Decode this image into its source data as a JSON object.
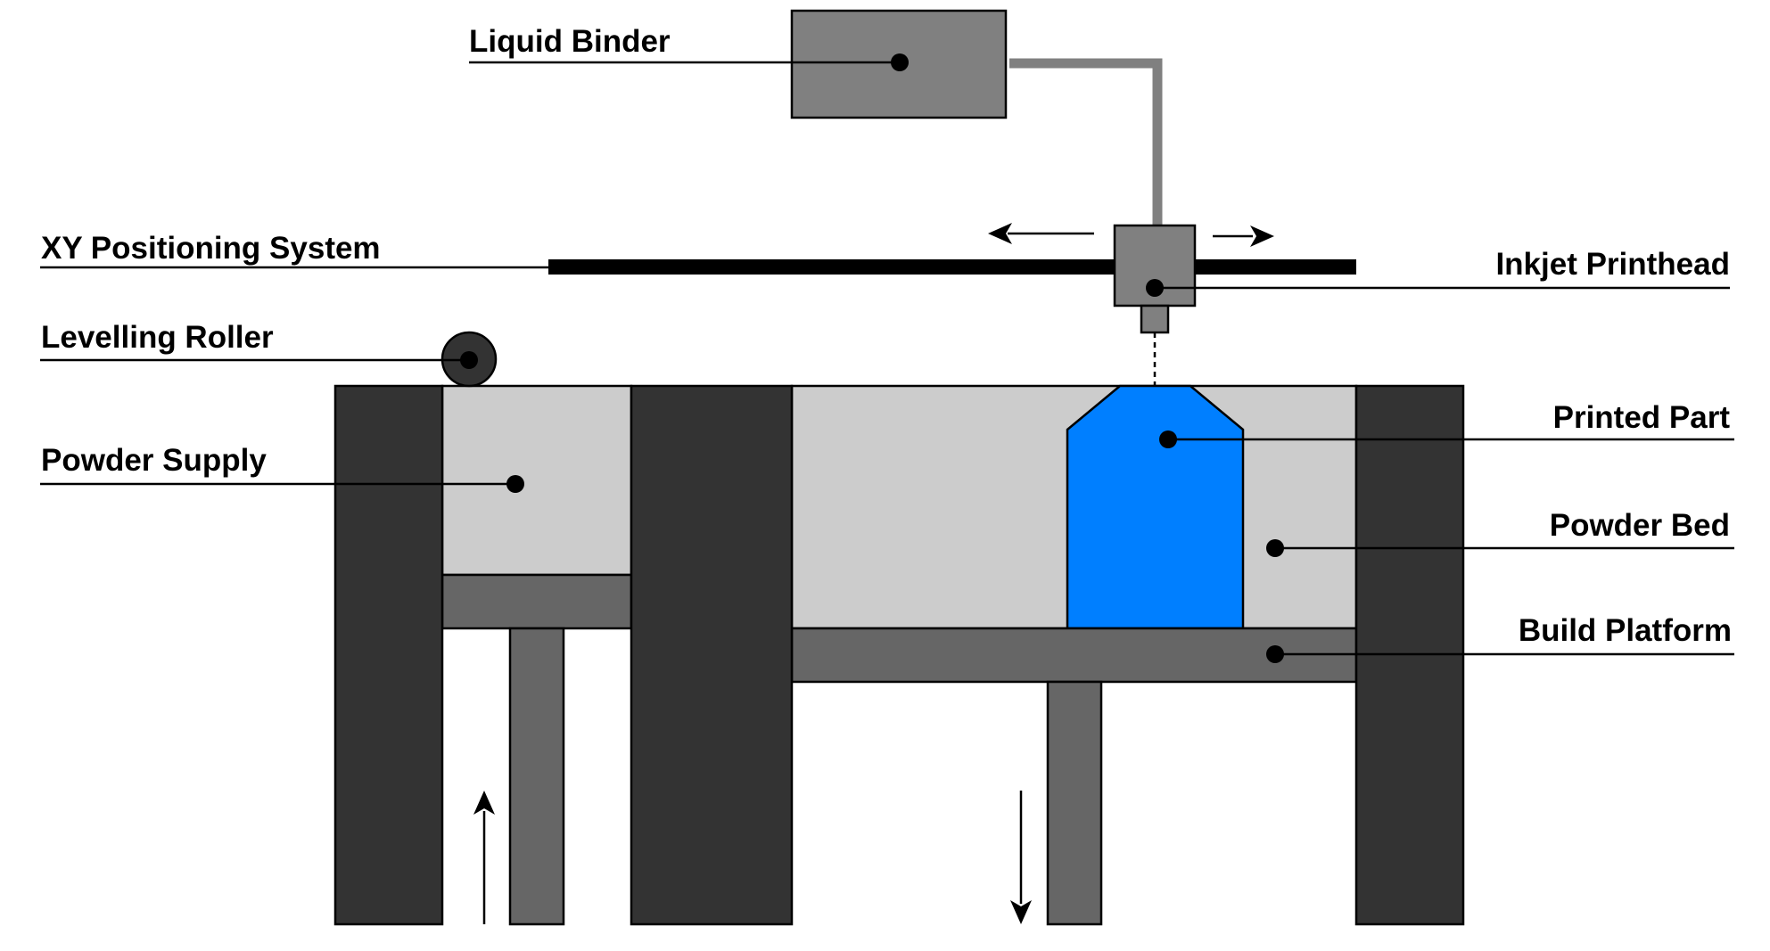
{
  "labels": {
    "liquid_binder": "Liquid Binder",
    "xy_positioning_system": "XY Positioning System",
    "levelling_roller": "Levelling Roller",
    "powder_supply": "Powder Supply",
    "inkjet_printhead": "Inkjet Printhead",
    "printed_part": "Printed Part",
    "powder_bed": "Powder Bed",
    "build_platform": "Build Platform"
  },
  "colors": {
    "wall": "#333333",
    "powder": "#cccccc",
    "platform": "#666666",
    "binder_tank": "#808080",
    "printhead": "#808080",
    "printed_part": "#007fff",
    "rail": "#000000",
    "line": "#000000"
  }
}
